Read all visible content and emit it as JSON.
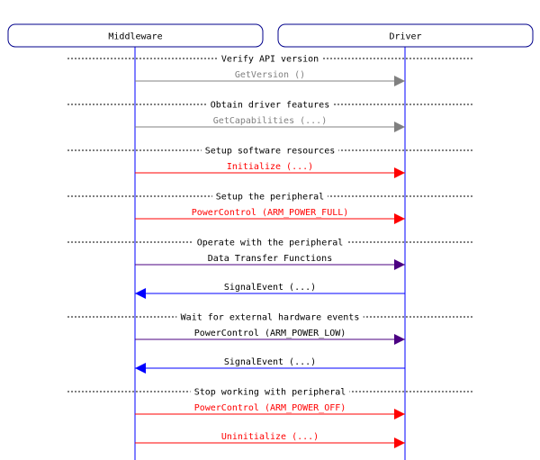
{
  "participants": [
    {
      "name": "Middleware"
    },
    {
      "name": "Driver"
    }
  ],
  "colors": {
    "lifeline": "#0000ff",
    "box_border": "#00008b",
    "section_line": "#000000",
    "section_text": "#000000",
    "gray": "#808080",
    "red": "#ff0000",
    "black": "#000000",
    "purple": "#4b0082",
    "blue": "#0000ff"
  },
  "steps": [
    {
      "type": "section",
      "label": "Verify API version"
    },
    {
      "type": "message",
      "label": "GetVersion ()",
      "direction": "right",
      "color": "gray"
    },
    {
      "type": "section",
      "label": "Obtain driver features"
    },
    {
      "type": "message",
      "label": "GetCapabilities (...)",
      "direction": "right",
      "color": "gray"
    },
    {
      "type": "section",
      "label": "Setup software resources"
    },
    {
      "type": "message",
      "label": "Initialize (...)",
      "direction": "right",
      "color": "red"
    },
    {
      "type": "section",
      "label": "Setup the peripheral"
    },
    {
      "type": "message",
      "label": "PowerControl (ARM_POWER_FULL)",
      "direction": "right",
      "color": "red"
    },
    {
      "type": "section",
      "label": "Operate with the peripheral"
    },
    {
      "type": "message",
      "label": "Data Transfer Functions",
      "direction": "right",
      "color": "black",
      "line_color": "purple"
    },
    {
      "type": "message",
      "label": "SignalEvent (...)",
      "direction": "left",
      "color": "black",
      "line_color": "blue"
    },
    {
      "type": "section",
      "label": "Wait for external hardware events"
    },
    {
      "type": "message",
      "label": "PowerControl (ARM_POWER_LOW)",
      "direction": "right",
      "color": "black",
      "line_color": "purple"
    },
    {
      "type": "message",
      "label": "SignalEvent (...)",
      "direction": "left",
      "color": "black",
      "line_color": "blue"
    },
    {
      "type": "section",
      "label": "Stop working with peripheral"
    },
    {
      "type": "message",
      "label": "PowerControl (ARM_POWER_OFF)",
      "direction": "right",
      "color": "red"
    },
    {
      "type": "message",
      "label": "Uninitialize (...)",
      "direction": "right",
      "color": "red"
    }
  ]
}
